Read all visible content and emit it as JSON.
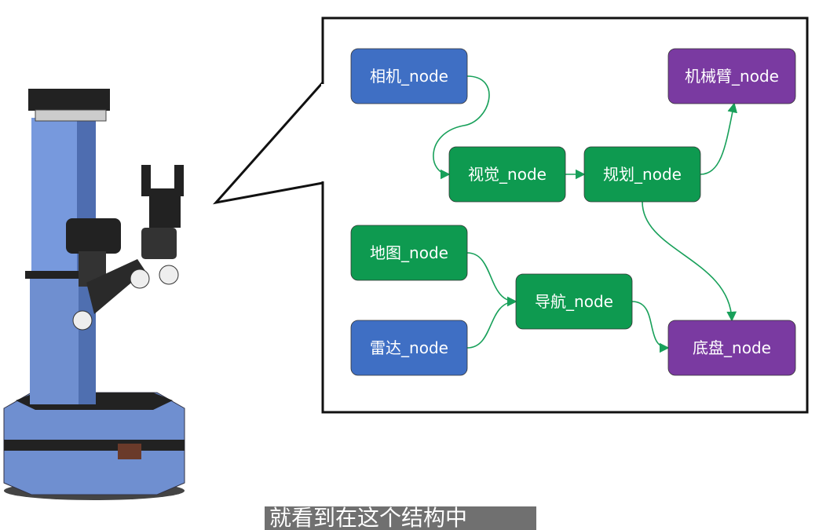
{
  "diagram": {
    "nodes": [
      {
        "id": "camera",
        "label": "相机_node",
        "color": "#3f6fc4"
      },
      {
        "id": "vision",
        "label": "视觉_node",
        "color": "#0e9a50"
      },
      {
        "id": "planning",
        "label": "规划_node",
        "color": "#0e9a50"
      },
      {
        "id": "arm",
        "label": "机械臂_node",
        "color": "#7a3aa1"
      },
      {
        "id": "map",
        "label": "地图_node",
        "color": "#0e9a50"
      },
      {
        "id": "nav",
        "label": "导航_node",
        "color": "#0e9a50"
      },
      {
        "id": "lidar",
        "label": "雷达_node",
        "color": "#3f6fc4"
      },
      {
        "id": "chassis",
        "label": "底盘_node",
        "color": "#7a3aa1"
      }
    ],
    "edges": [
      [
        "camera",
        "vision"
      ],
      [
        "vision",
        "planning"
      ],
      [
        "planning",
        "arm"
      ],
      [
        "planning",
        "chassis"
      ],
      [
        "map",
        "nav"
      ],
      [
        "lidar",
        "nav"
      ],
      [
        "nav",
        "chassis"
      ]
    ],
    "edge_color": "#18a05a"
  },
  "subtitle": "就看到在这个结构中"
}
